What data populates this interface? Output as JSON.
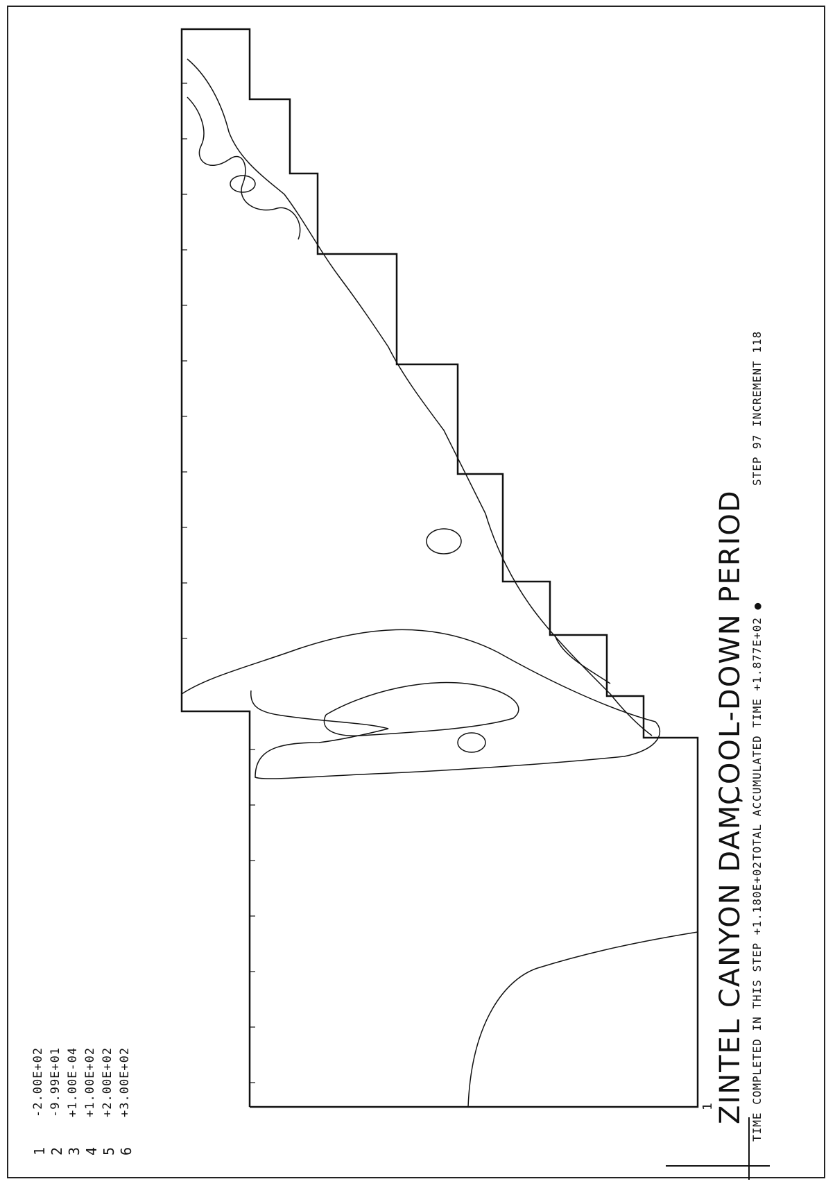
{
  "legend": {
    "items": [
      {
        "num": "1",
        "value": "-2.00E+02"
      },
      {
        "num": "2",
        "value": "-9.99E+01"
      },
      {
        "num": "3",
        "value": "+1.00E-04"
      },
      {
        "num": "4",
        "value": "+1.00E+02"
      },
      {
        "num": "5",
        "value": "+2.00E+02"
      },
      {
        "num": "6",
        "value": "+3.00E+02"
      }
    ]
  },
  "title": {
    "main": "ZINTEL CANYON DAM,",
    "subtitle": "COOL-DOWN PERIOD",
    "superscript": "1"
  },
  "info": {
    "time_step": "TIME COMPLETED IN THIS STEP  +1.180E+02",
    "accumulated": "TOTAL ACCUMULATED TIME  +1.877E+02 ●",
    "step": "STEP 97  INCREMENT 118"
  }
}
